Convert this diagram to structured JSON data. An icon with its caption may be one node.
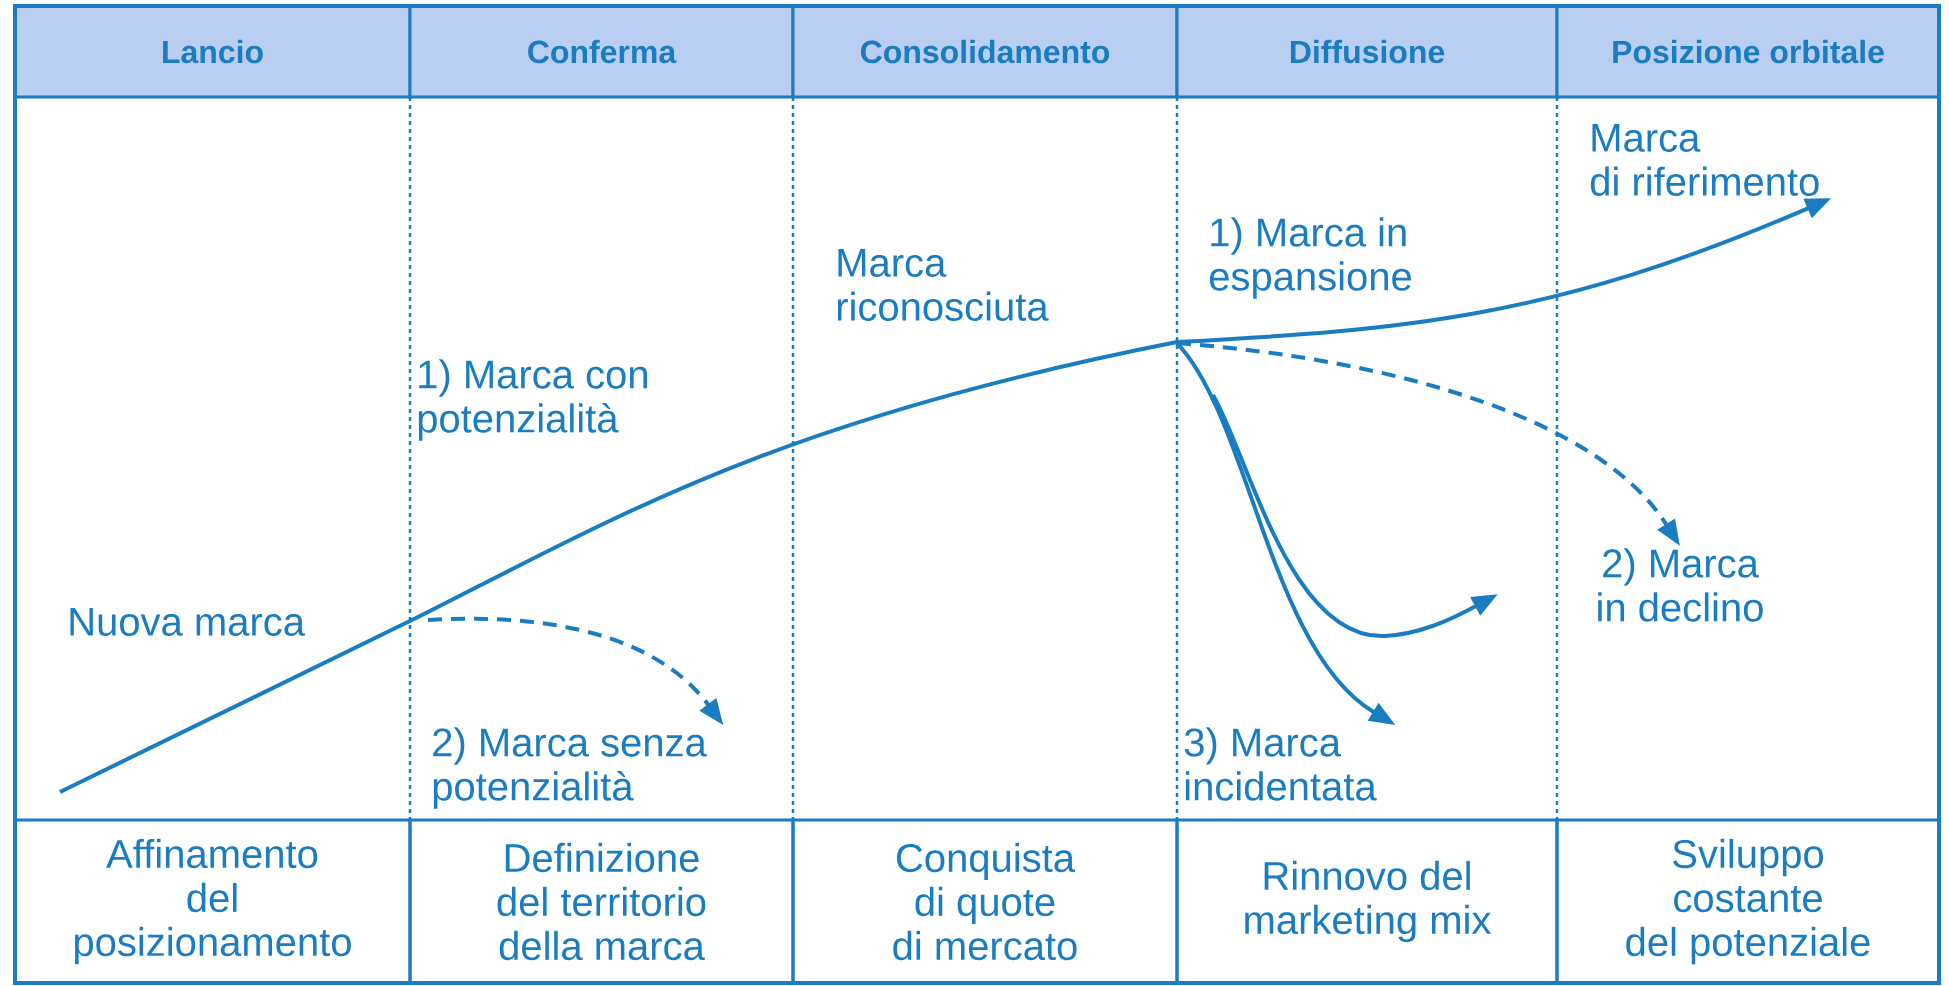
{
  "diagram": {
    "nodes": [
      {
        "text": [
          "Lancio"
        ]
      },
      {
        "text": [
          "Conferma"
        ]
      },
      {
        "text": [
          "Consolidamento"
        ]
      },
      {
        "text": [
          "Diffusione"
        ]
      },
      {
        "text": [
          "Posizione orbitale"
        ]
      },
      {
        "text": [
          "Marca di riferimento"
        ]
      },
      {
        "text": [
          "1) Marca in espansione"
        ]
      },
      {
        "text": [
          "Marca riconosciuta"
        ]
      },
      {
        "text": [
          "1) Marca con potenzialità"
        ]
      },
      {
        "text": [
          "2) Marca in declino"
        ]
      },
      {
        "text": [
          "Nuova marca"
        ]
      },
      {
        "text": [
          "2) Marca senza potenzialità"
        ]
      },
      {
        "text": [
          "3) Marca incidentata"
        ]
      },
      {
        "text": [
          "Affinamento del posizionamento"
        ]
      },
      {
        "text": [
          "Definizione del territorio della marca"
        ]
      },
      {
        "text": [
          "Conquista di quote di mercato"
        ]
      },
      {
        "text": [
          "Rinnovo del marketing mix"
        ]
      },
      {
        "text": [
          "Sviluppo costante del potenziale"
        ]
      }
    ],
    "edges": [
      {
        "from": null,
        "to": 5,
        "arrow": "to"
      },
      {
        "from": null,
        "to": 11,
        "arrow": "to",
        "style": "dashed"
      },
      {
        "from": null,
        "to": 9,
        "arrow": "to",
        "style": "dashed"
      },
      {
        "from": null,
        "to": 12,
        "arrow": "to"
      }
    ]
  }
}
